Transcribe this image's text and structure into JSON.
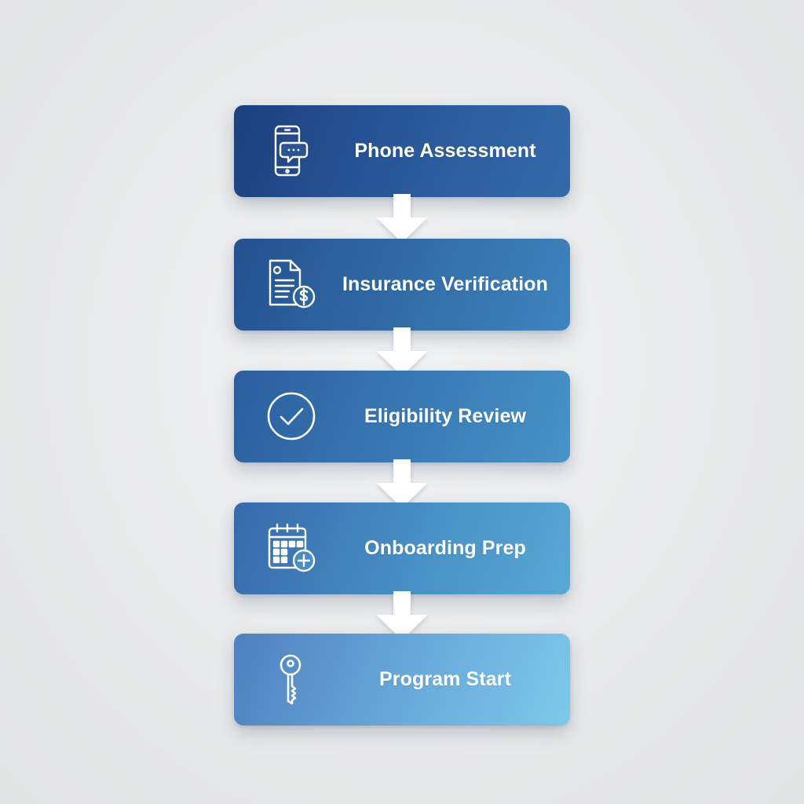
{
  "steps": [
    {
      "label": "Phone Assessment",
      "icon": "phone-chat-icon"
    },
    {
      "label": "Insurance Verification",
      "icon": "document-dollar-icon"
    },
    {
      "label": "Eligibility Review",
      "icon": "check-circle-icon"
    },
    {
      "label": "Onboarding Prep",
      "icon": "calendar-plus-icon"
    },
    {
      "label": "Program Start",
      "icon": "key-icon"
    }
  ],
  "colors": {
    "step_1": "#1d3f7e",
    "step_5": "#7ec8e8",
    "arrow": "#ffffff",
    "text": "#ffffff",
    "background": "#ebeced"
  }
}
